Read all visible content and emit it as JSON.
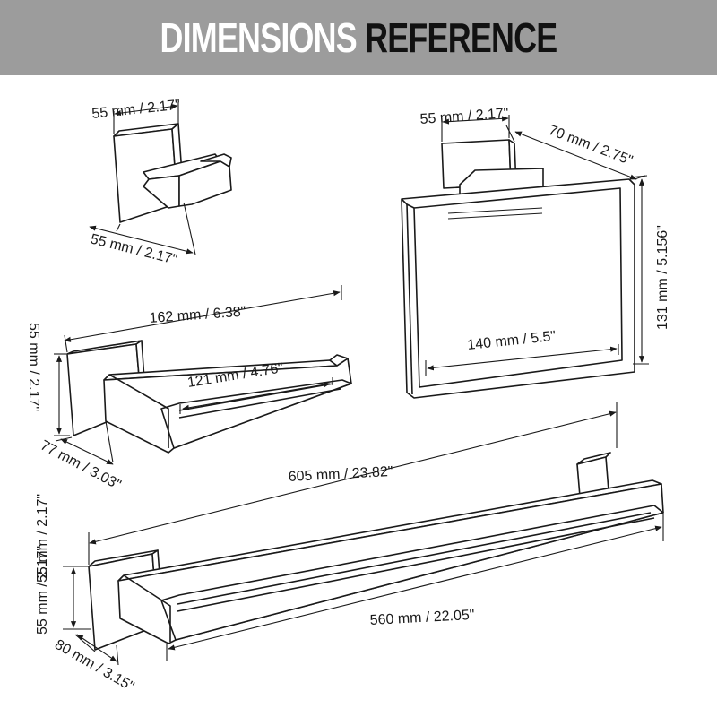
{
  "banner": {
    "title_part1": "DIMENSIONS",
    "title_part2": "REFERENCE"
  },
  "robe_hook": {
    "width_top": "55 mm / 2.17\"",
    "width_bottom": "55 mm / 2.17\""
  },
  "towel_ring": {
    "plate_width": "55 mm / 2.17\"",
    "depth": "70 mm / 2.75\"",
    "height": "131 mm / 5.156\"",
    "inner_width": "140 mm / 5.5\""
  },
  "paper_holder": {
    "length": "162 mm / 6.38\"",
    "bar_length": "121 mm / 4.76\"",
    "plate_height": "55 mm / 2.17\"",
    "depth": "77 mm / 3.03\""
  },
  "towel_bar": {
    "overall_length": "605 mm / 23.82\"",
    "bar_length": "560 mm / 22.05\"",
    "plate_height_a": "55 mm / 2.17\"",
    "plate_height_b": "55 mm / 2.17\"",
    "depth": "80 mm / 3.15\""
  },
  "colors": {
    "banner_bg": "#9c9c9c",
    "banner_text_light": "#ffffff",
    "banner_text_dark": "#111111",
    "line": "#1a1a1a"
  }
}
